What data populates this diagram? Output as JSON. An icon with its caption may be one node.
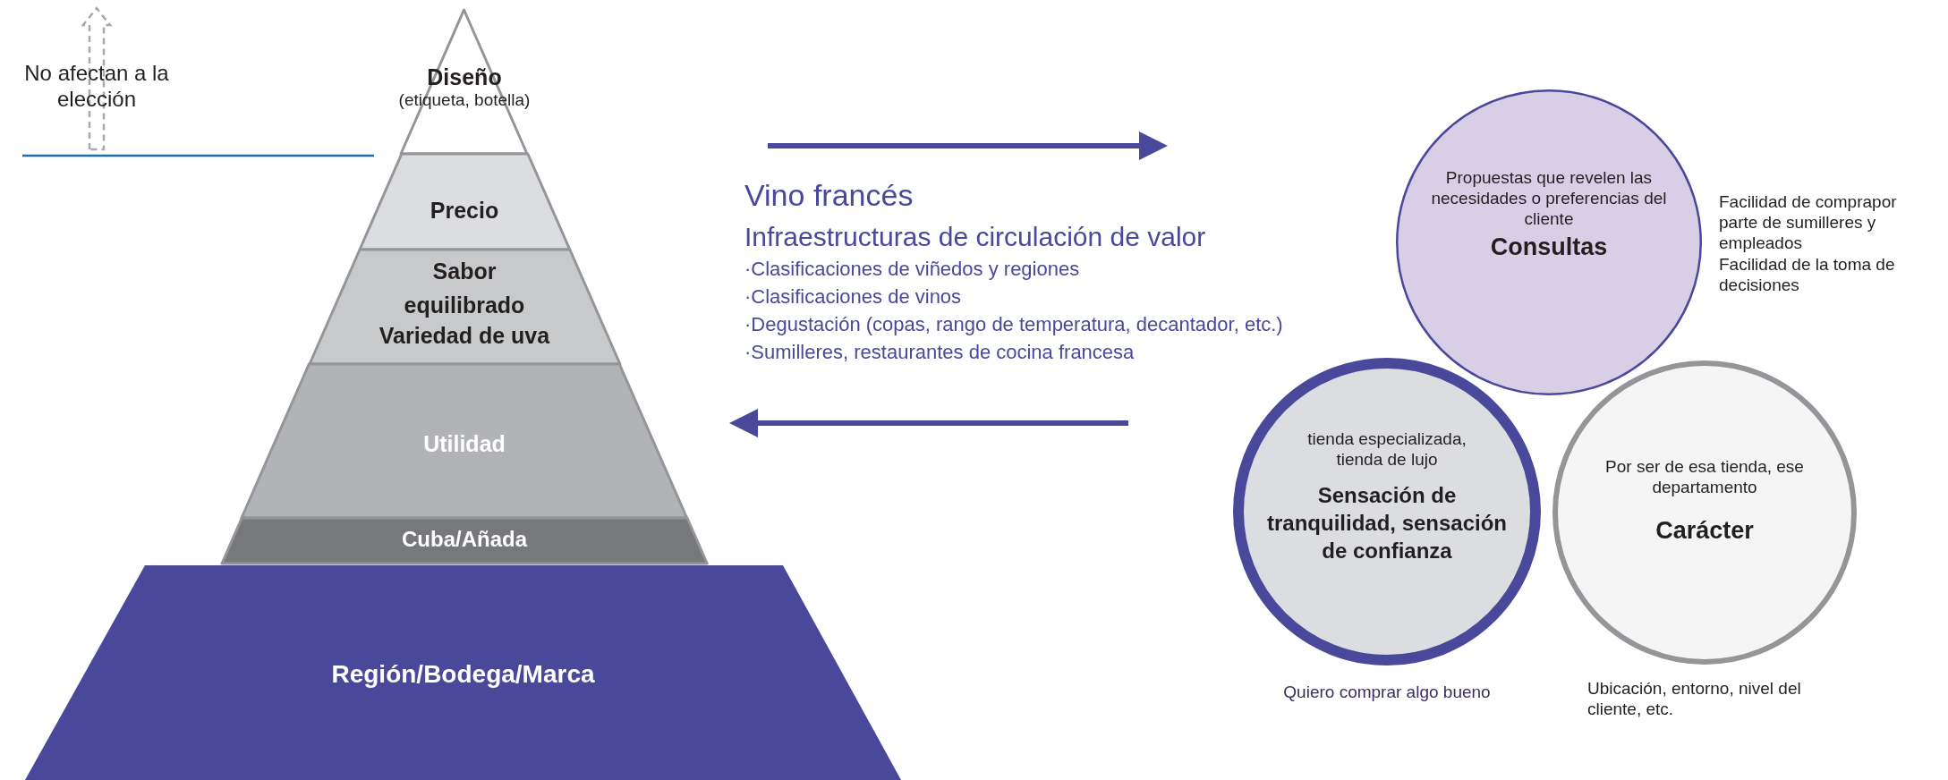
{
  "diagram": {
    "nodes": [
      {
        "text": [
          "Diseño",
          "(etiqueta, botella)"
        ]
      },
      {
        "text": [
          "Precio"
        ]
      },
      {
        "text": [
          "Sabor equilibrado",
          "Variedad de uva"
        ]
      },
      {
        "text": [
          "Utilidad"
        ]
      },
      {
        "text": [
          "Cuba/Añada"
        ]
      },
      {
        "text": [
          "Región/Bodega/Marca"
        ]
      },
      {
        "text": [
          "Propuestas que revelen las necesidades o preferencias del cliente",
          "Consultas"
        ],
        "beside": [
          "Facilidad de comprapor parte de sumilleres y empleados",
          "Facilidad de la toma de decisiones"
        ]
      },
      {
        "text": [
          "tienda especializada, tienda de lujo",
          "Sensación de tranquilidad, sensación de confianza"
        ],
        "beside": [
          "Quiero comprar algo bueno"
        ]
      },
      {
        "text": [
          "Por ser de esa tienda, ese departamento",
          "Carácter"
        ],
        "beside": [
          "Ubicación, entorno, nivel del cliente, etc."
        ]
      }
    ],
    "labels": [
      "No afectan a la elección",
      "Vino francés",
      "Infraestructuras de circulación de valor",
      "·Clasificaciones de viñedos y regiones",
      "·Clasificaciones de vinos",
      "·Degustación (copas, rango de temperatura, decantador, etc.)",
      "·Sumilleres, restaurantes de cocina francesa"
    ]
  }
}
